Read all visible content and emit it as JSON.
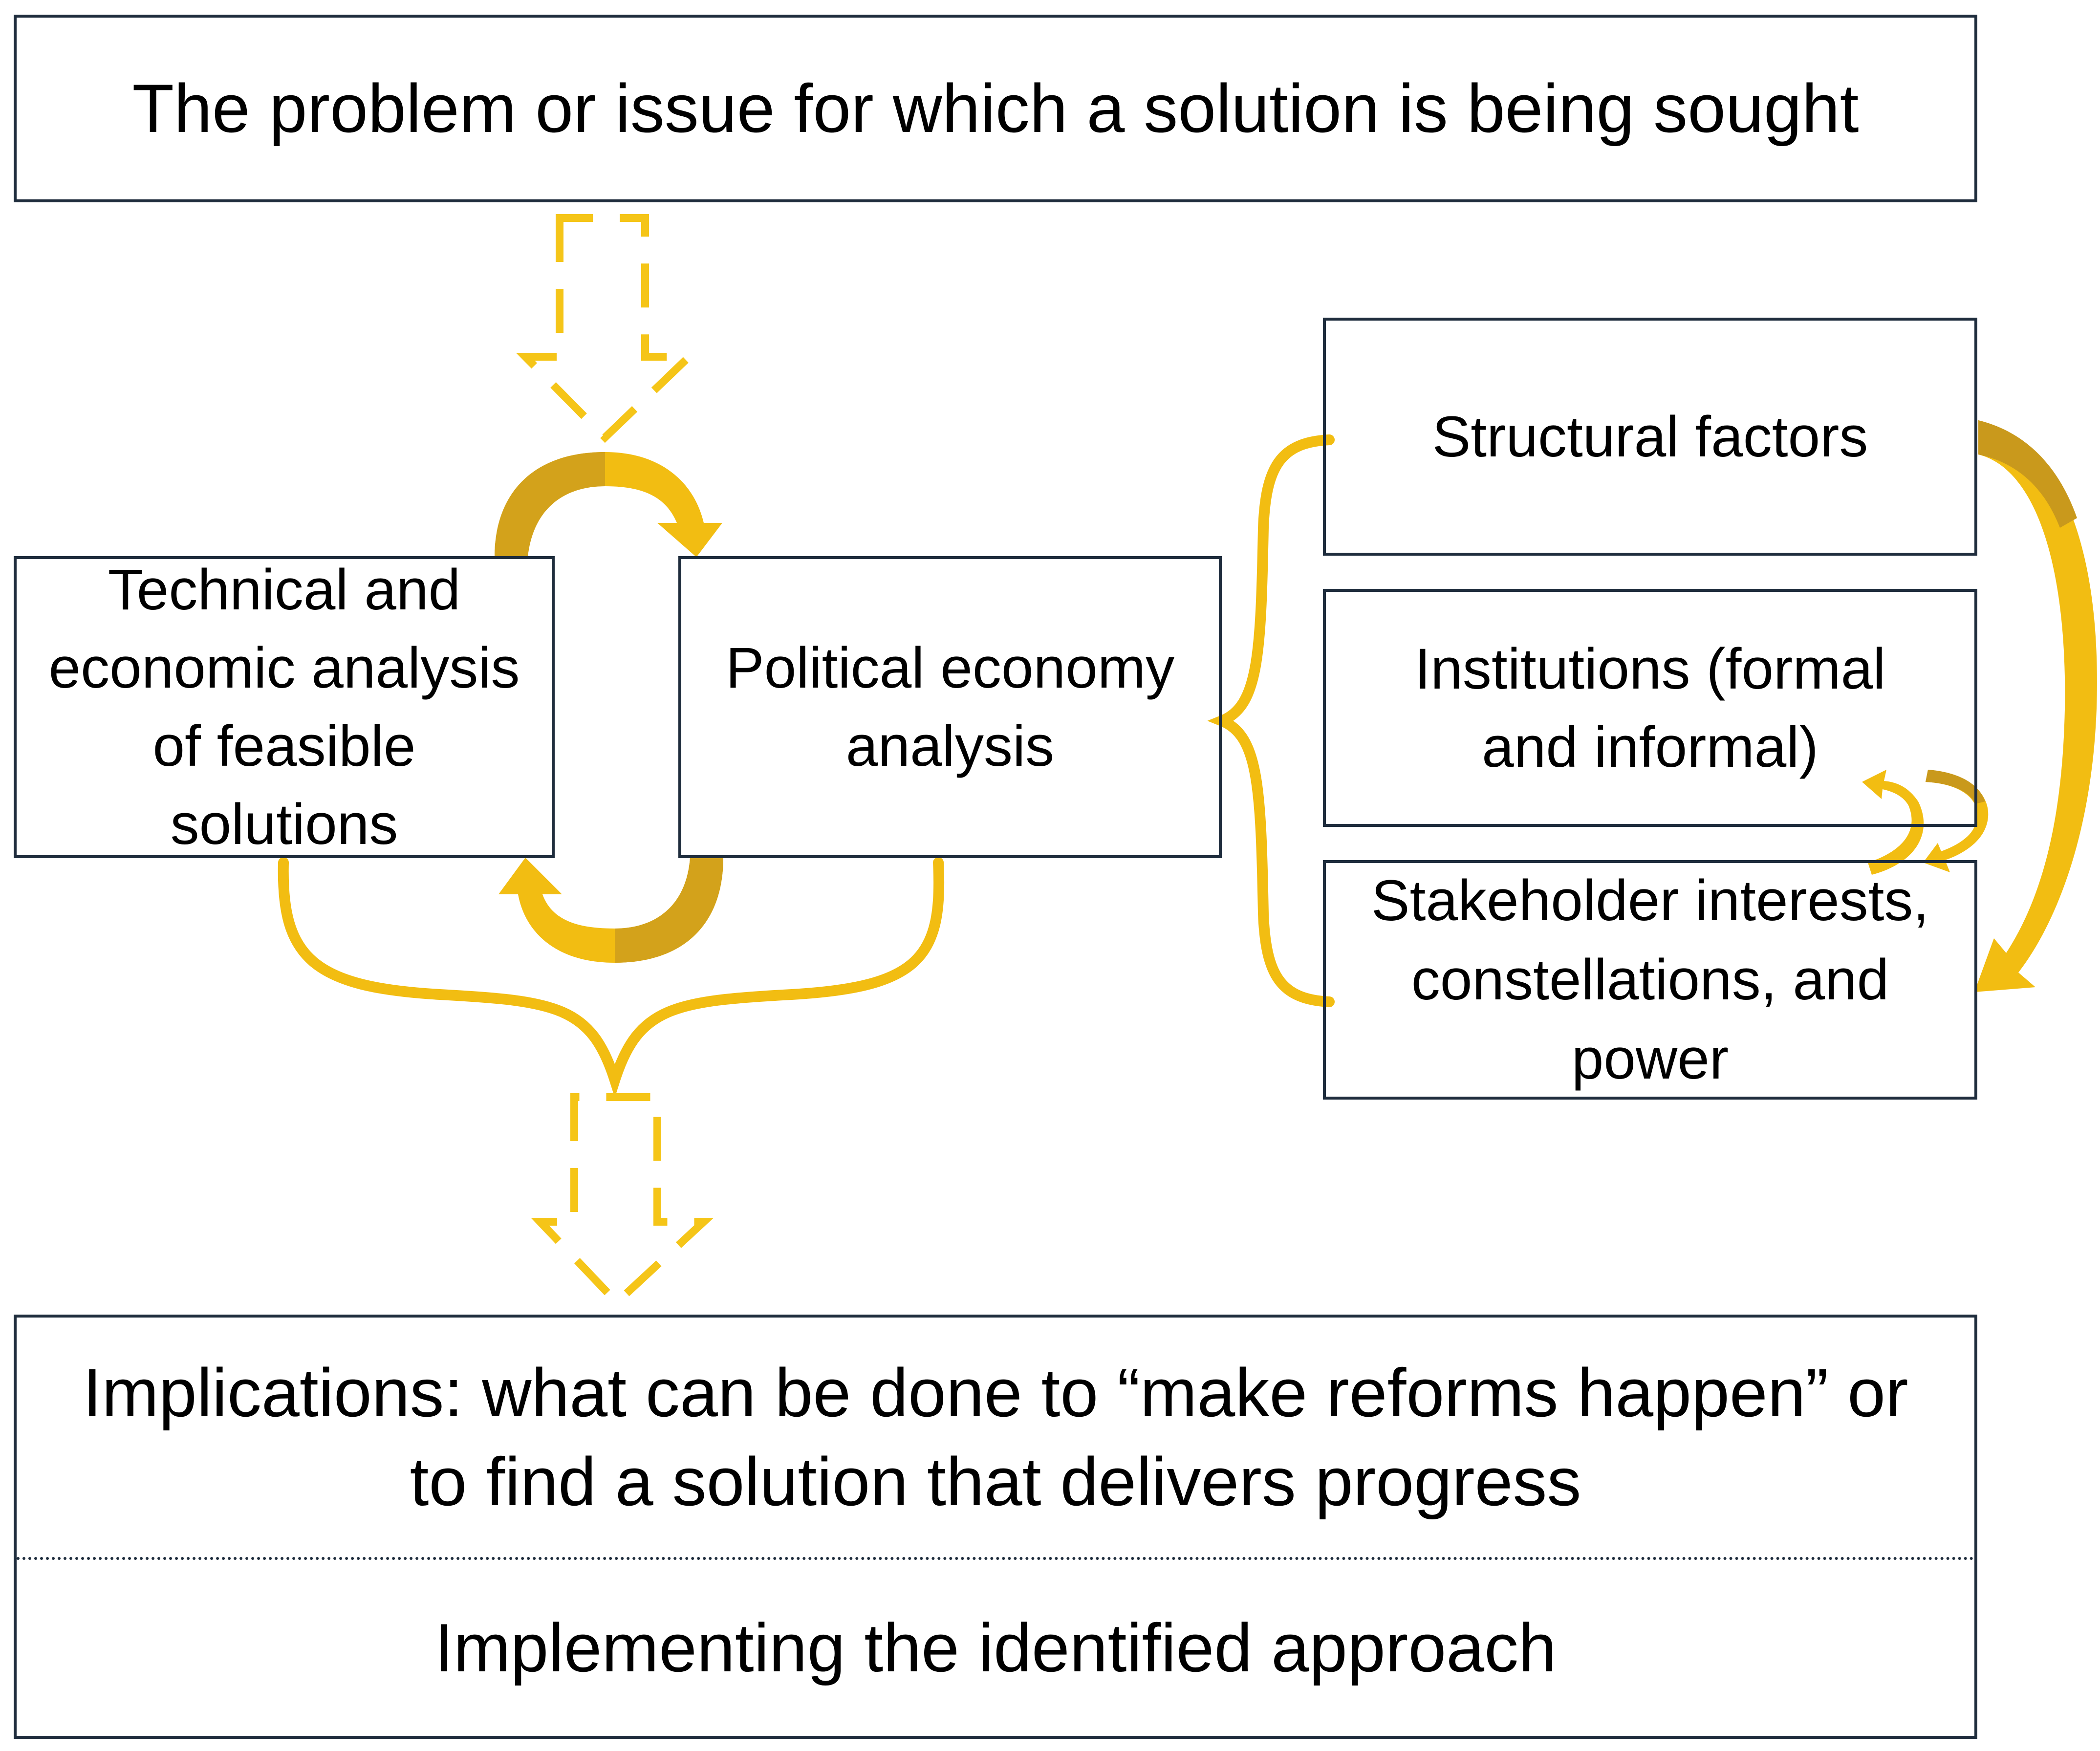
{
  "colors": {
    "border": "#1f2d3d",
    "arrow_yellow": "#f2bd12",
    "arrow_shade": "#d3a21b",
    "dashed_arrow": "#f5c518",
    "text": "#000000"
  },
  "problem": {
    "text": "The problem or issue for which a solution is being sought"
  },
  "technical": {
    "lines": [
      "Technical and",
      "economic analysis",
      "of feasible",
      "solutions"
    ]
  },
  "political": {
    "lines": [
      "Political economy",
      "analysis"
    ]
  },
  "factors": {
    "structural": "Structural factors",
    "institutions": [
      "Institutions (formal",
      "and informal)"
    ],
    "stakeholders": [
      "Stakeholder interests,",
      "constellations, and",
      "power"
    ]
  },
  "implications": {
    "lines": [
      "Implications: what can be done to “make reforms happen” or",
      "to find a solution that delivers progress"
    ],
    "implementation": "Implementing the identified approach"
  },
  "icons": {
    "dashed_arrow": "dashed-down-arrow-icon",
    "cycle_arrow": "curved-cycle-arrow-icon",
    "brace": "curly-brace-icon"
  }
}
